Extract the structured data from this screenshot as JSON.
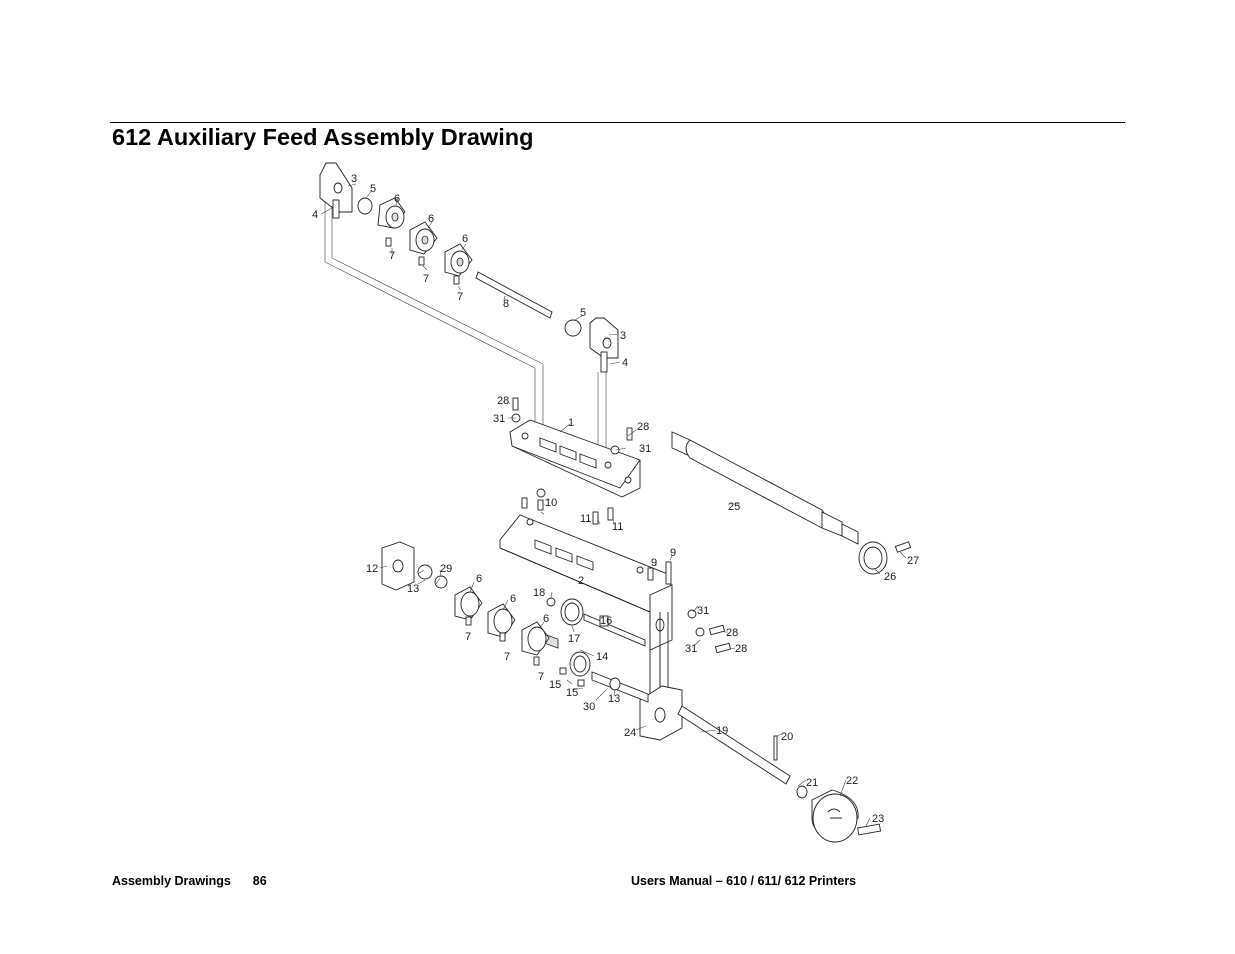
{
  "page": {
    "title": "612 Auxiliary Feed Assembly Drawing",
    "footer": {
      "section": "Assembly Drawings",
      "page_number": "86",
      "manual": "Users Manual – 610 / 611/ 612 Printers"
    }
  },
  "drawing": {
    "callouts": {
      "c1": "1",
      "c2": "2",
      "c3a": "3",
      "c3b": "3",
      "c4a": "4",
      "c4b": "4",
      "c5a": "5",
      "c5b": "5",
      "c6a": "6",
      "c6b": "6",
      "c6c": "6",
      "c6d": "6",
      "c6e": "6",
      "c6f": "6",
      "c7a": "7",
      "c7b": "7",
      "c7c": "7",
      "c7d": "7",
      "c7e": "7",
      "c7f": "7",
      "c8": "8",
      "c9a": "9",
      "c9b": "9",
      "c10": "10",
      "c11a": "11",
      "c11b": "11",
      "c12": "12",
      "c13a": "13",
      "c13b": "13",
      "c14": "14",
      "c15a": "15",
      "c15b": "15",
      "c16": "16",
      "c17": "17",
      "c18": "18",
      "c19": "19",
      "c20": "20",
      "c21": "21",
      "c22": "22",
      "c23": "23",
      "c24": "24",
      "c25": "25",
      "c26": "26",
      "c27": "27",
      "c28a": "28",
      "c28b": "28",
      "c28c": "28",
      "c28d": "28",
      "c29": "29",
      "c30": "30",
      "c31a": "31",
      "c31b": "31",
      "c31c": "31",
      "c31d": "31"
    }
  }
}
